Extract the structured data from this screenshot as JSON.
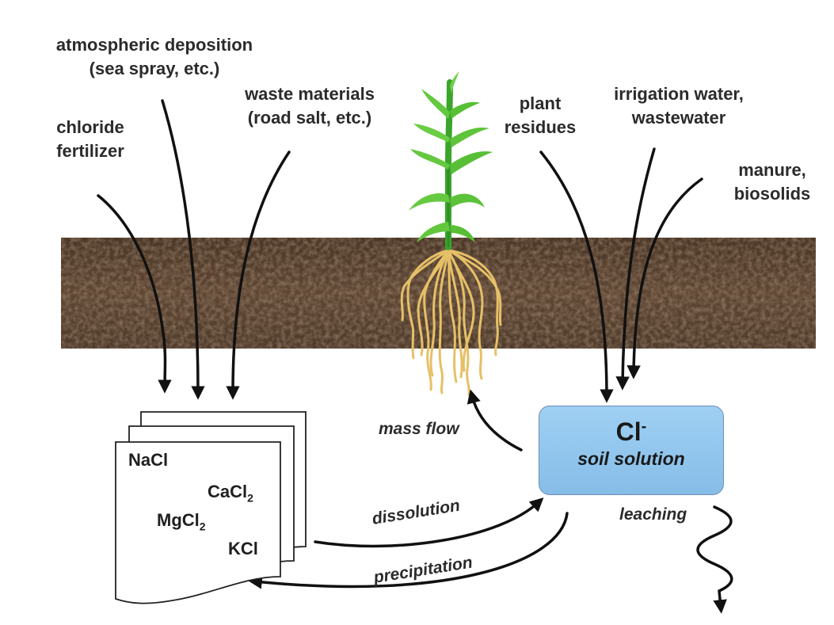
{
  "sources": {
    "atmospheric": [
      "atmospheric deposition",
      "(sea spray, etc.)"
    ],
    "waste": [
      "waste materials",
      "(road salt, etc.)"
    ],
    "fertilizer": [
      "chloride",
      "fertilizer"
    ],
    "plant_residues": [
      "plant",
      "residues"
    ],
    "irrigation": [
      "irrigation water,",
      "wastewater"
    ],
    "manure": [
      "manure,",
      "biosolids"
    ]
  },
  "salts": {
    "nacl": "NaCl",
    "cacl2": {
      "base": "CaCl",
      "sub": "2"
    },
    "mgcl2": {
      "base": "MgCl",
      "sub": "2"
    },
    "kcl": "KCl"
  },
  "soil_solution": {
    "ion": "Cl",
    "charge": "-",
    "label": "soil solution"
  },
  "processes": {
    "mass_flow": "mass flow",
    "dissolution": "dissolution",
    "precipitation": "precipitation",
    "leaching": "leaching"
  },
  "colors": {
    "soil": "#5a4330",
    "root": "#e8c26a",
    "leaf": "#5cc63a",
    "box_fill": "#8ec6ee",
    "arrow": "#111111"
  }
}
